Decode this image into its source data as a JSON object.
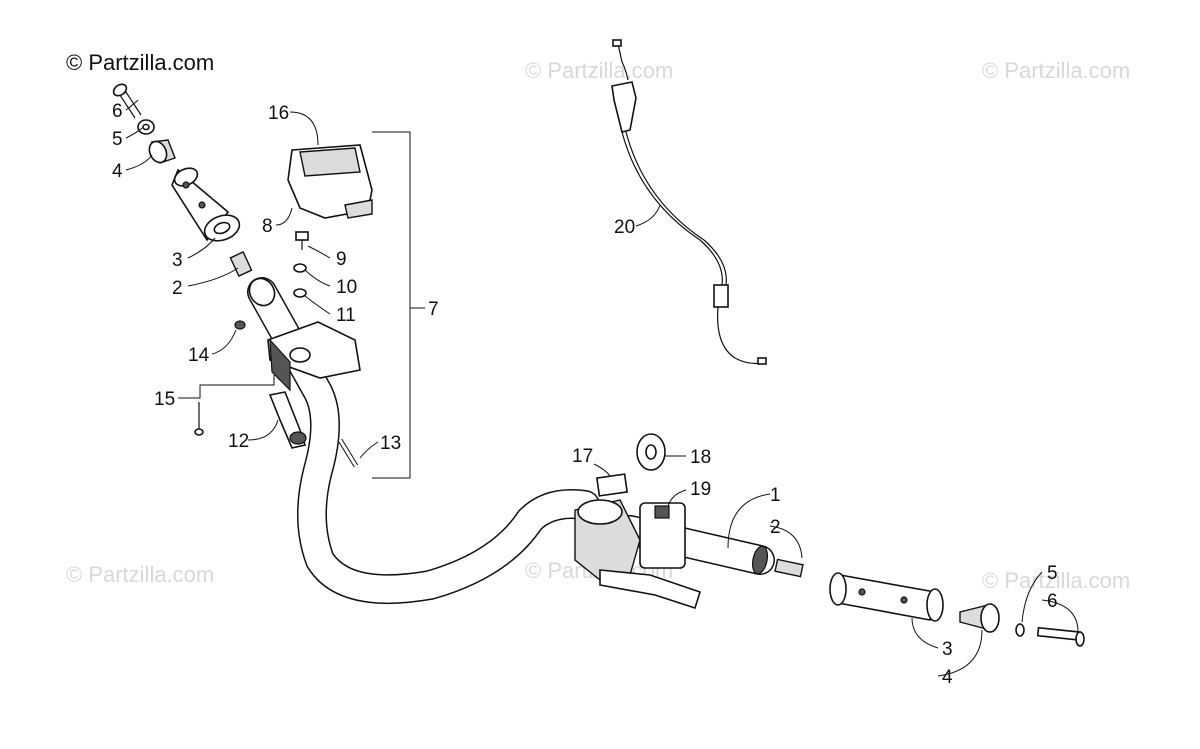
{
  "copyright": "© Partzilla.com",
  "watermark": "© Partzilla.com",
  "callouts": [
    "1",
    "2",
    "3",
    "4",
    "5",
    "6",
    "7",
    "8",
    "9",
    "10",
    "11",
    "12",
    "13",
    "14",
    "15",
    "16",
    "17",
    "18",
    "19",
    "20"
  ],
  "labels": {
    "l6a": "6",
    "l5a": "5",
    "l4a": "4",
    "l3a": "3",
    "l2a": "2",
    "l16": "16",
    "l8": "8",
    "l9": "9",
    "l10": "10",
    "l11": "11",
    "l7": "7",
    "l14": "14",
    "l15": "15",
    "l12": "12",
    "l13": "13",
    "l20": "20",
    "l17": "17",
    "l18": "18",
    "l19": "19",
    "l1": "1",
    "l2b": "2",
    "l3b": "3",
    "l4b": "4",
    "l5b": "5",
    "l6b": "6"
  },
  "colors": {
    "line": "#111111",
    "watermark": "#d8d8d8",
    "background": "#ffffff"
  }
}
